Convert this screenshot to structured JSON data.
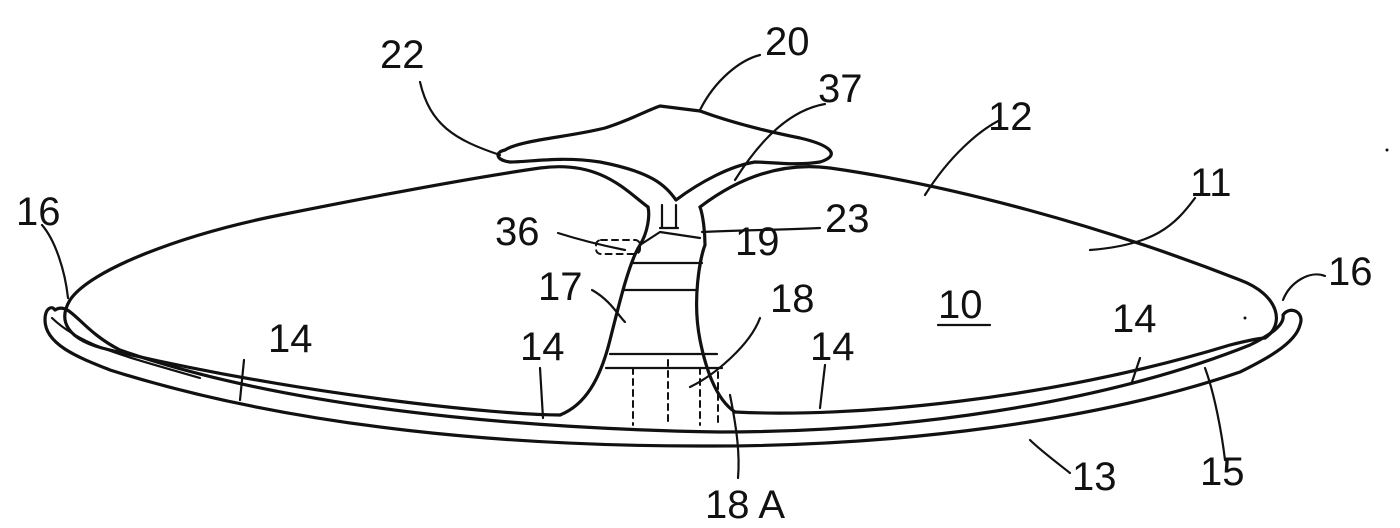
{
  "labels": {
    "ref_10": "10",
    "ref_11": "11",
    "ref_12": "12",
    "ref_13": "13",
    "ref_14_a": "14",
    "ref_14_b": "14",
    "ref_14_c": "14",
    "ref_14_d": "14",
    "ref_15": "15",
    "ref_16_left": "16",
    "ref_16_right": "16",
    "ref_17": "17",
    "ref_18": "18",
    "ref_18A": "18 A",
    "ref_19": "19",
    "ref_20": "20",
    "ref_22": "22",
    "ref_23": "23",
    "ref_36": "36",
    "ref_37": "37"
  }
}
